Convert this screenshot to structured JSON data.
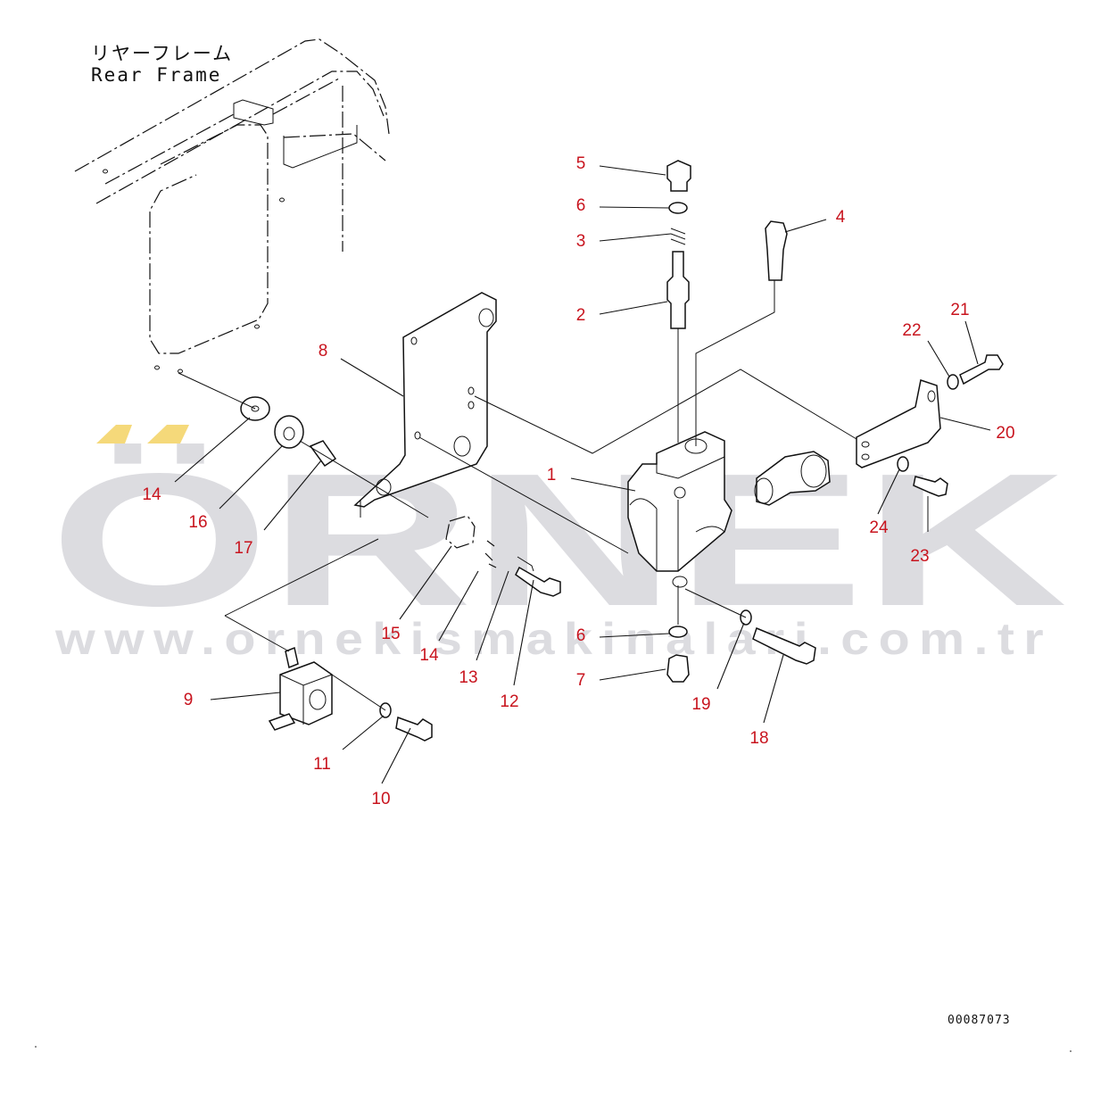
{
  "frame_label": {
    "japanese": "リヤーフレーム",
    "english": "Rear Frame"
  },
  "watermark": {
    "brand": "ÖRNEK",
    "url": "www.ornekismakinalari.com.tr",
    "accent_color": "#f5d97a",
    "text_color": "#dcdce0"
  },
  "callout_color": "#c8141e",
  "callouts": [
    "1",
    "2",
    "3",
    "4",
    "5",
    "6",
    "6",
    "7",
    "8",
    "9",
    "10",
    "11",
    "12",
    "13",
    "14",
    "14",
    "15",
    "16",
    "17",
    "18",
    "19",
    "20",
    "21",
    "22",
    "23",
    "24"
  ],
  "drawing_id": "00087073"
}
